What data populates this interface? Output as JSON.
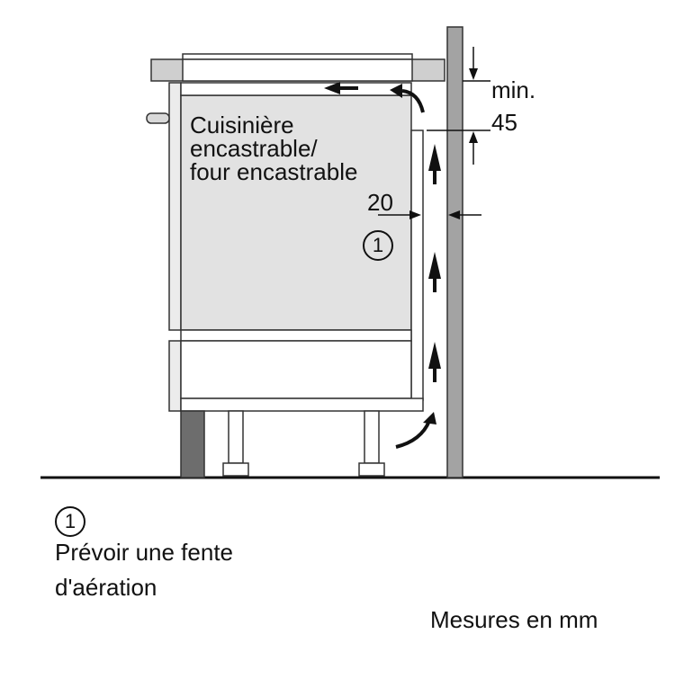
{
  "diagram": {
    "appliance_label_line1": "Cuisinière",
    "appliance_label_line2": "encastrable/",
    "appliance_label_line3": "four encastrable",
    "dim_gap_top_label_line1": "min.",
    "dim_gap_top_label_line2": "45",
    "dim_gap_side_label": "20",
    "callout_number": "1"
  },
  "legend": {
    "number": "1",
    "text_line1": "Prévoir une fente",
    "text_line2": "d'aération"
  },
  "footer": {
    "units": "Mesures en mm"
  },
  "colors": {
    "panel_fill": "#e2e2e2",
    "wall_fill": "#a3a3a3",
    "dark_plinth": "#6d6d6d",
    "worktop_fill": "#cfcfcf",
    "line": "#111111"
  }
}
